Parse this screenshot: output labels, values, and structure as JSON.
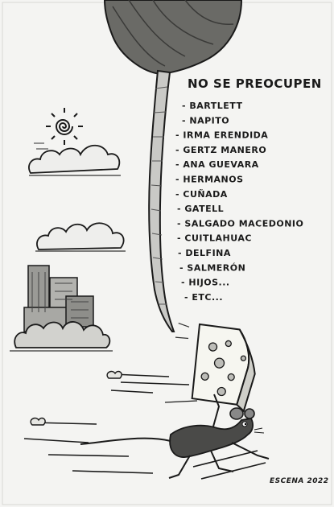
{
  "cartoon": {
    "heading": "NO SE PREOCUPEN",
    "list": [
      "- BARTLETT",
      "- NAPITO",
      "- IRMA ERENDIDA",
      "- GERTZ MANERO",
      "- ANA GUEVARA",
      "- HERMANOS",
      "- CUÑADA",
      "- GATELL",
      "- SALGADO MACEDONIO",
      "- CUITLAHUAC",
      "- DELFINA",
      "- SALMERÓN",
      "- HIJOS...",
      "- ETC..."
    ],
    "signature": "ESCENA 2022",
    "colors": {
      "ink": "#1a1a1a",
      "paper": "#f4f4f2",
      "shade": "#555555"
    }
  }
}
